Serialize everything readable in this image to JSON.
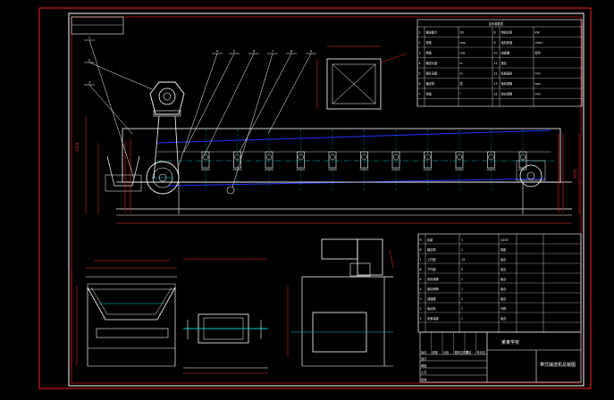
{
  "drawing": {
    "callout_numbers": [
      "1",
      "2",
      "3",
      "4",
      "5",
      "6",
      "7",
      "8",
      "9"
    ],
    "dimension_labels": {
      "left_height": "1020",
      "right_height": "1015"
    },
    "param_table": {
      "header": "技术参数表",
      "rows": [
        [
          "1",
          "输送能力",
          "t/h",
          "8",
          "电机功率",
          "kW"
        ],
        [
          "2",
          "带宽",
          "mm",
          "9",
          "电机转速",
          "r/min"
        ],
        [
          "3",
          "带速",
          "m/s",
          "10",
          "减速器",
          "型号"
        ],
        [
          "4",
          "输送长度",
          "m",
          "11",
          "速比",
          ""
        ],
        [
          "5",
          "提升高度",
          "m",
          "12",
          "托辊直径",
          "mm"
        ],
        [
          "6",
          "输送带",
          "层",
          "13",
          "驱动滚筒",
          "mm"
        ],
        [
          "7",
          "倾角",
          "°",
          "14",
          "改向滚筒",
          "mm"
        ]
      ]
    },
    "bom_table": {
      "rows": [
        [
          "9",
          "机架",
          "1",
          "Q235"
        ],
        [
          "8",
          "输送带",
          "1",
          "橡胶"
        ],
        [
          "7",
          "上托辊",
          "13",
          "组合"
        ],
        [
          "6",
          "下托辊",
          "5",
          "组合"
        ],
        [
          "5",
          "改向滚筒",
          "1",
          "组合"
        ],
        [
          "4",
          "驱动滚筒",
          "1",
          "组合"
        ],
        [
          "3",
          "减速器",
          "1",
          "组合"
        ],
        [
          "2",
          "电动机",
          "1",
          "外购"
        ],
        [
          "1",
          "张紧装置",
          "1",
          "组合"
        ]
      ]
    },
    "title_block": {
      "school": "某某学校",
      "drawing_title": "带式输送机总装图",
      "header_cols": [
        "标记",
        "处数",
        "分区",
        "更改文件号",
        "签名",
        "年月日"
      ],
      "roles": [
        "设计",
        "审核",
        "工艺",
        "批准"
      ]
    },
    "colors": {
      "background": "#000000",
      "frame": "#ff2020",
      "outline": "#ffffff",
      "belt": "#2233ff",
      "accent": "#00c8c8",
      "dimension": "#ff3030"
    }
  }
}
